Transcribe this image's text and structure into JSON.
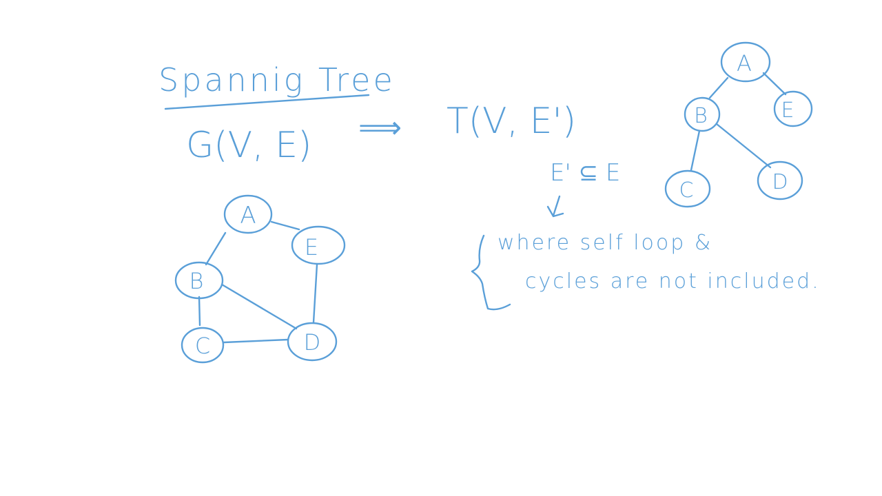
{
  "colors": {
    "ink": "#5a9fd8",
    "background": "#ffffff"
  },
  "title": "Spannig Tree",
  "notation": {
    "graph": "G(V, E)",
    "arrow": "⟹",
    "tree": "T(V, E')",
    "subset": "E' ⊆ E"
  },
  "note": {
    "line1": "where self loop &",
    "line2": "cycles are not included."
  },
  "graph": {
    "nodes": [
      {
        "id": "A",
        "label": "A"
      },
      {
        "id": "E",
        "label": "E"
      },
      {
        "id": "B",
        "label": "B"
      },
      {
        "id": "C",
        "label": "C"
      },
      {
        "id": "D",
        "label": "D"
      }
    ],
    "edges": [
      [
        "A",
        "E"
      ],
      [
        "A",
        "B"
      ],
      [
        "B",
        "C"
      ],
      [
        "B",
        "D"
      ],
      [
        "C",
        "D"
      ],
      [
        "E",
        "D"
      ]
    ]
  },
  "tree": {
    "nodes": [
      {
        "id": "A",
        "label": "A"
      },
      {
        "id": "E",
        "label": "E"
      },
      {
        "id": "B",
        "label": "B"
      },
      {
        "id": "C",
        "label": "C"
      },
      {
        "id": "D",
        "label": "D"
      }
    ],
    "edges": [
      [
        "A",
        "B"
      ],
      [
        "A",
        "E"
      ],
      [
        "B",
        "C"
      ],
      [
        "B",
        "D"
      ]
    ]
  }
}
